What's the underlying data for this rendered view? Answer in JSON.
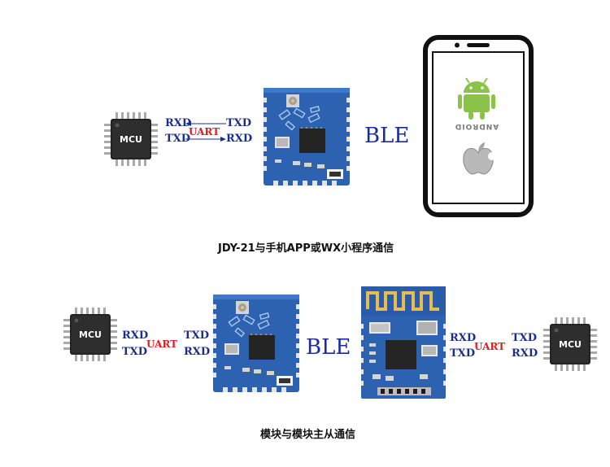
{
  "top_diagram": {
    "mcu_label": "MCU",
    "rxd_left": "RXD",
    "txd_left": "TXD",
    "uart": "UART",
    "txd_right": "TXD",
    "rxd_right": "RXD",
    "ble": "BLE",
    "android_text": "ANDROID",
    "caption": "JDY-21与手机APP或WX小程序通信"
  },
  "bottom_diagram": {
    "mcu_left_label": "MCU",
    "left_rxd": "RXD",
    "left_txd": "TXD",
    "left_uart": "UART",
    "left_module_txd": "TXD",
    "left_module_rxd": "RXD",
    "ble": "BLE",
    "right_module_rxd": "RXD",
    "right_module_txd": "TXD",
    "right_uart": "UART",
    "right_txd": "TXD",
    "right_rxd": "RXD",
    "mcu_right_label": "MCU",
    "caption": "模块与模块主从通信"
  },
  "colors": {
    "label_blue": "#1c2e8c",
    "uart_red": "#e41b1b",
    "pcb_blue": "#2c62b0",
    "android_green": "#8bc34a"
  }
}
